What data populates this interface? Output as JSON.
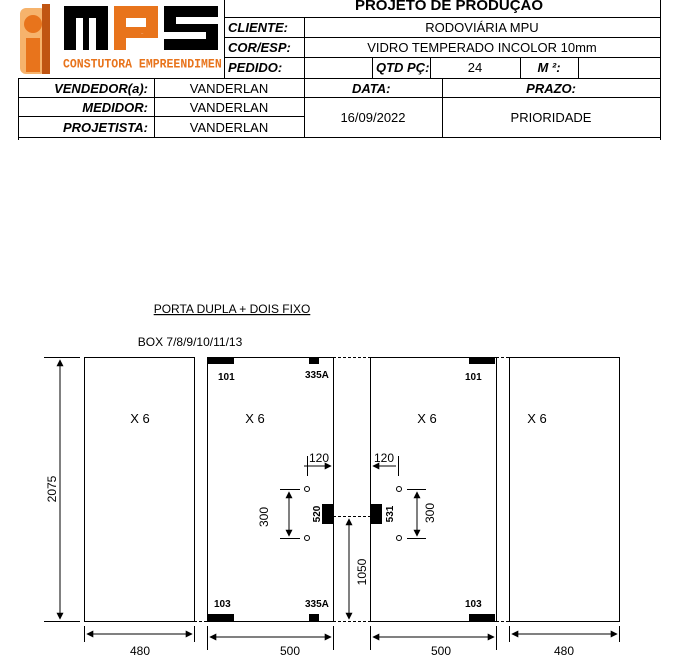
{
  "header": {
    "title": "PROJETO DE PRODUÇÃO",
    "logo_text": "MPS",
    "logo_subtitle": "CONSTUTORA EMPREENDIMENTOS",
    "cliente_label": "CLIENTE:",
    "cliente_value": "RODOVIÁRIA MPU",
    "cor_label": "COR/ESP:",
    "cor_value": "VIDRO TEMPERADO INCOLOR 10mm",
    "pedido_label": "PEDIDO:",
    "qtd_label": "QTD PÇ:",
    "qtd_value": "24",
    "m2_label": "M ²:",
    "vendedor_label": "VENDEDOR(a):",
    "vendedor_value": "VANDERLAN",
    "medidor_label": "MEDIDOR:",
    "medidor_value": "VANDERLAN",
    "projetista_label": "PROJETISTA:",
    "projetista_value": "VANDERLAN",
    "data_label": "DATA:",
    "data_value": "16/09/2022",
    "prazo_label": "PRAZO:",
    "prazo_value": "PRIORIDADE"
  },
  "drawing": {
    "title": "PORTA DUPLA + DOIS FIXO",
    "subtitle": "BOX 7/8/9/10/11/13",
    "height_dim": "2075",
    "panels": [
      {
        "qty": "X 6",
        "width": "480"
      },
      {
        "qty": "X 6",
        "width": "500"
      },
      {
        "qty": "X 6",
        "width": "500"
      },
      {
        "qty": "X 6",
        "width": "480"
      }
    ],
    "fittings": {
      "top_left": "101",
      "top_mid": "335A",
      "bottom_left": "103",
      "bottom_mid": "335A",
      "right_top": "101",
      "right_bottom": "103",
      "lock_left": "520",
      "lock_right": "531"
    },
    "dims": {
      "handle_offset": "120",
      "handle_height": "300",
      "lock_height": "1050"
    }
  }
}
